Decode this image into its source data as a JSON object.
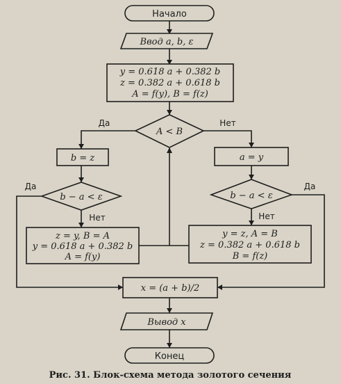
{
  "flowchart": {
    "start": "Начало",
    "input": "Ввод  a, b, ε",
    "init": [
      "y = 0.618 a + 0.382 b",
      "z = 0.382 a + 0.618 b",
      "A = f(y),  B = f(z)"
    ],
    "cond_main": "A < B",
    "yes": "Да",
    "no": "Нет",
    "left_assign": "b = z",
    "right_assign": "a = y",
    "cond_eps": "b − a < ε",
    "left_update": [
      "z = y,   B = A",
      "y = 0.618 a + 0.382 b",
      "A = f(y)"
    ],
    "right_update": [
      "y = z,   A = B",
      "z = 0.382 a + 0.618 b",
      "B = f(z)"
    ],
    "result": "x = (a + b)/2",
    "output": "Вывод  x",
    "end": "Конец"
  },
  "caption": "Рис. 31. Блок-схема метода золотого сечения"
}
